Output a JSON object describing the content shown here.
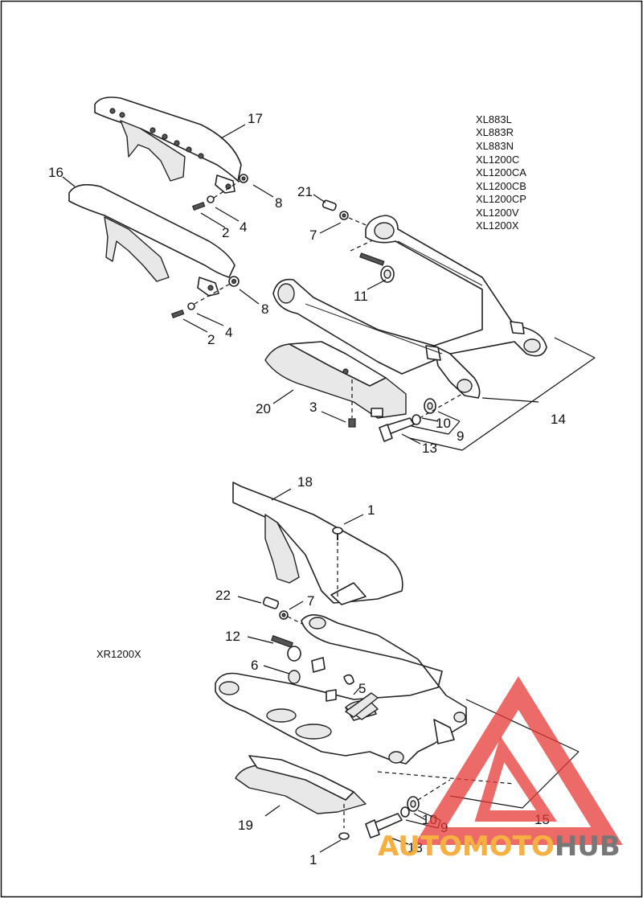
{
  "diagram": {
    "upper_models": [
      "XL883L",
      "XL883R",
      "XL883N",
      "XL1200C",
      "XL1200CA",
      "XL1200CB",
      "XL1200CP",
      "XL1200V",
      "XL1200X"
    ],
    "lower_model": "XR1200X",
    "callouts_upper": {
      "c17": "17",
      "c16": "16",
      "c8a": "8",
      "c8b": "8",
      "c2a": "2",
      "c4a": "4",
      "c2b": "2",
      "c4b": "4",
      "c21": "21",
      "c7": "7",
      "c11": "11",
      "c20": "20",
      "c3": "3",
      "c10": "10",
      "c9": "9",
      "c13": "13",
      "c14": "14"
    },
    "callouts_lower": {
      "c18": "18",
      "c1a": "1",
      "c22": "22",
      "c7": "7",
      "c12": "12",
      "c6": "6",
      "c5": "5",
      "c19": "19",
      "c1b": "1",
      "c10": "10",
      "c9": "9",
      "c13": "13",
      "c15": "15"
    }
  },
  "watermark": {
    "text_part1": "AUTOMOTO",
    "text_part2": "HUB",
    "color_orange": "#f5b041",
    "color_red": "#e53935",
    "color_gray": "#777777"
  }
}
